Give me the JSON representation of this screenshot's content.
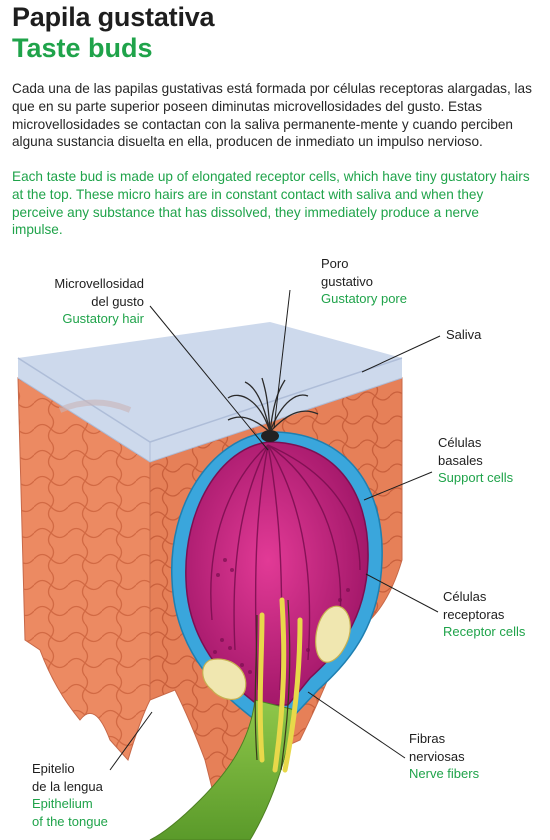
{
  "title": {
    "es": "Papila gustativa",
    "en": "Taste buds"
  },
  "description": {
    "es": "Cada una de las papilas gustativas está formada por células receptoras alargadas, las que en su parte superior poseen diminutas microvellosidades del gusto. Estas microvellosidades se contactan con la saliva permanente-mente y cuando perciben alguna sustancia disuelta en ella, producen de inmediato un impulso nervioso.",
    "en": "Each taste bud is made up of elongated receptor cells, which have tiny gustatory hairs at the top. These micro hairs are in constant contact with saliva and when they perceive any substance that has dissolved, they immediately produce a nerve impulse."
  },
  "labels": {
    "gustatory_hair": {
      "es_1": "Microvellosidad",
      "es_2": "del gusto",
      "en": "Gustatory hair"
    },
    "gustatory_pore": {
      "es_1": "Poro",
      "es_2": "gustativo",
      "en": "Gustatory pore"
    },
    "saliva": {
      "es": "Saliva"
    },
    "support_cells": {
      "es_1": "Células",
      "es_2": "basales",
      "en": "Support cells"
    },
    "receptor_cells": {
      "es_1": "Células",
      "es_2": "receptoras",
      "en": "Receptor cells"
    },
    "nerve_fibers": {
      "es_1": "Fibras",
      "es_2": "nerviosas",
      "en": "Nerve fibers"
    },
    "epithelium": {
      "es_1": "Epitelio",
      "es_2": "de la lengua",
      "en_1": "Epithelium",
      "en_2": "of the tongue"
    }
  },
  "colors": {
    "accent_green": "#1fa34a",
    "saliva": "#c9d6ea",
    "epithelium_front": "#ec8a62",
    "epithelium_side": "#e07a52",
    "support_cells": "#3aa6dc",
    "receptor_cells": "#c4217e",
    "nerve_yellow": "#e8d84a",
    "nerve_green": "#74b33a"
  }
}
